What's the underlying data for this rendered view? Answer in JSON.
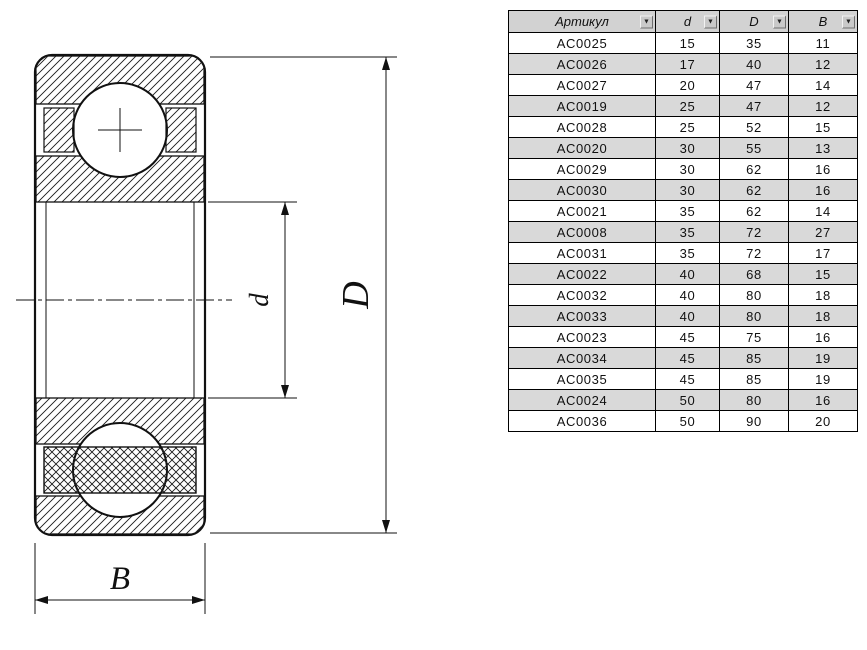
{
  "drawing": {
    "labels": {
      "bore": "d",
      "outer": "D",
      "width": "B"
    }
  },
  "table": {
    "headers": [
      "Артикул",
      "d",
      "D",
      "B"
    ],
    "rows": [
      [
        "AC0025",
        "15",
        "35",
        "11"
      ],
      [
        "AC0026",
        "17",
        "40",
        "12"
      ],
      [
        "AC0027",
        "20",
        "47",
        "14"
      ],
      [
        "AC0019",
        "25",
        "47",
        "12"
      ],
      [
        "AC0028",
        "25",
        "52",
        "15"
      ],
      [
        "AC0020",
        "30",
        "55",
        "13"
      ],
      [
        "AC0029",
        "30",
        "62",
        "16"
      ],
      [
        "AC0030",
        "30",
        "62",
        "16"
      ],
      [
        "AC0021",
        "35",
        "62",
        "14"
      ],
      [
        "AC0008",
        "35",
        "72",
        "27"
      ],
      [
        "AC0031",
        "35",
        "72",
        "17"
      ],
      [
        "AC0022",
        "40",
        "68",
        "15"
      ],
      [
        "AC0032",
        "40",
        "80",
        "18"
      ],
      [
        "AC0033",
        "40",
        "80",
        "18"
      ],
      [
        "AC0023",
        "45",
        "75",
        "16"
      ],
      [
        "AC0034",
        "45",
        "85",
        "19"
      ],
      [
        "AC0035",
        "45",
        "85",
        "19"
      ],
      [
        "AC0024",
        "50",
        "80",
        "16"
      ],
      [
        "AC0036",
        "50",
        "90",
        "20"
      ]
    ]
  },
  "colors": {
    "header_bg": "#d2d2d2",
    "alt_row_bg": "#d9d9d9",
    "grid": "#000000",
    "line": "#111111"
  }
}
